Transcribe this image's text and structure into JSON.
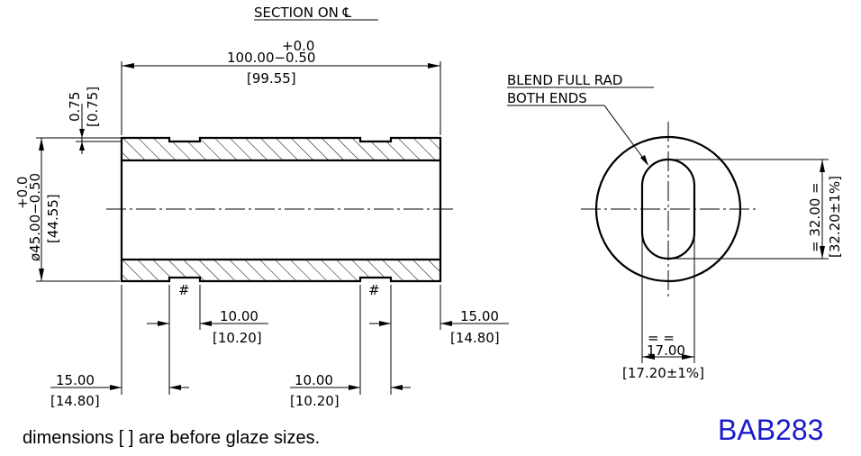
{
  "section_title": "SECTION ON ℄",
  "length_tol_upper": "+0.0",
  "length_nominal": "100.00−0.50",
  "length_before_glaze": "[99.55]",
  "step_depth": "0.75",
  "step_depth_before_glaze": "[0.75]",
  "dia_tol_upper": "+0.0",
  "dia_nominal": "ø45.00−0.50",
  "dia_before_glaze": "[44.55]",
  "groove_marker_left": "#",
  "groove_marker_right": "#",
  "left_groove_width": "10.00",
  "left_groove_width_before_glaze": "[10.20]",
  "right_end_offset": "15.00",
  "right_end_offset_before_glaze": "[14.80]",
  "left_end_offset": "15.00",
  "left_end_offset_before_glaze": "[14.80]",
  "right_groove_width": "10.00",
  "right_groove_width_before_glaze": "[10.20]",
  "blend_note_line1": "BLEND FULL RAD",
  "blend_note_line2": "BOTH ENDS",
  "slot_height": "= 32.00 =",
  "slot_height_before_glaze": "[32.20±1%]",
  "slot_width_equal_marks": "=   =",
  "slot_width": "17.00",
  "slot_width_before_glaze": "[17.20±1%]",
  "footer_note": "dimensions [ ] are before glaze sizes.",
  "part_code": "BAB283",
  "colors": {
    "part_code": "#1a1acc",
    "lines": "#000000"
  }
}
